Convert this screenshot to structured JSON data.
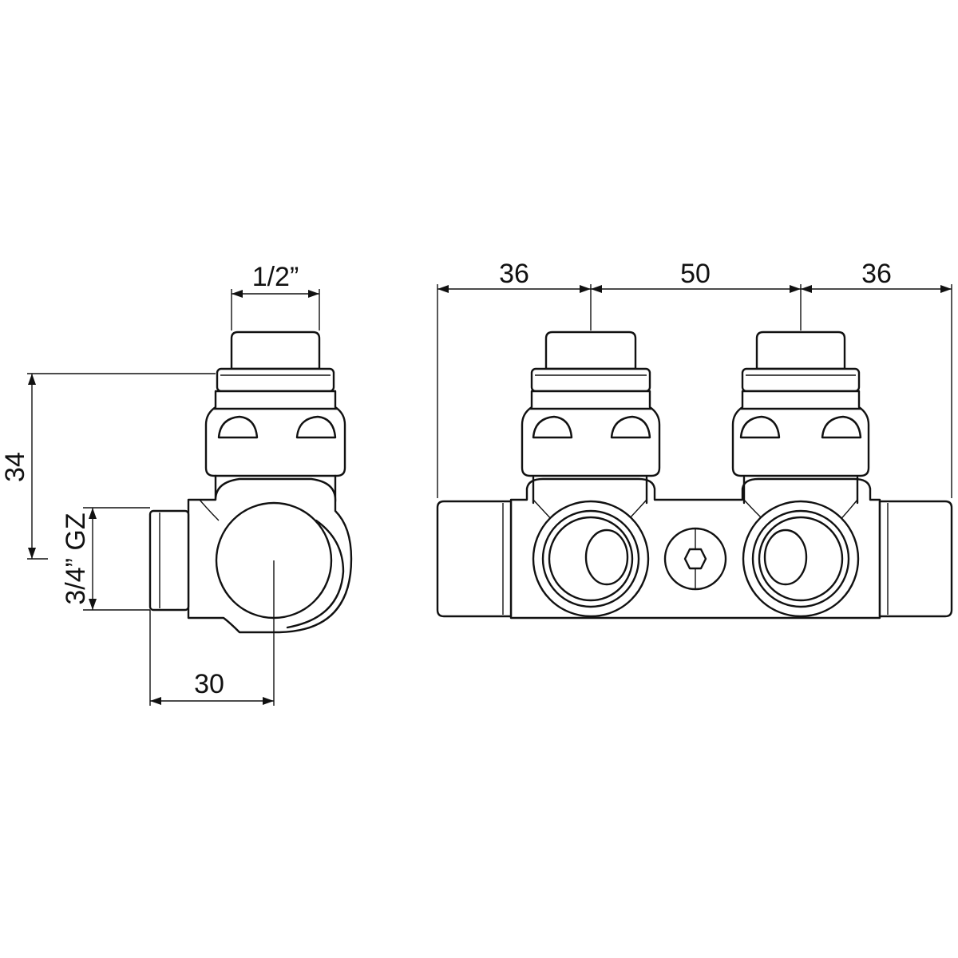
{
  "side_view": {
    "dim_thread_top": "1/2”",
    "dim_height": "34",
    "dim_thread_side": "3/4” GZ",
    "dim_depth": "30"
  },
  "front_view": {
    "dim_left": "36",
    "dim_center": "50",
    "dim_right": "36"
  },
  "colors": {
    "line": "#111111",
    "background": "#ffffff"
  }
}
